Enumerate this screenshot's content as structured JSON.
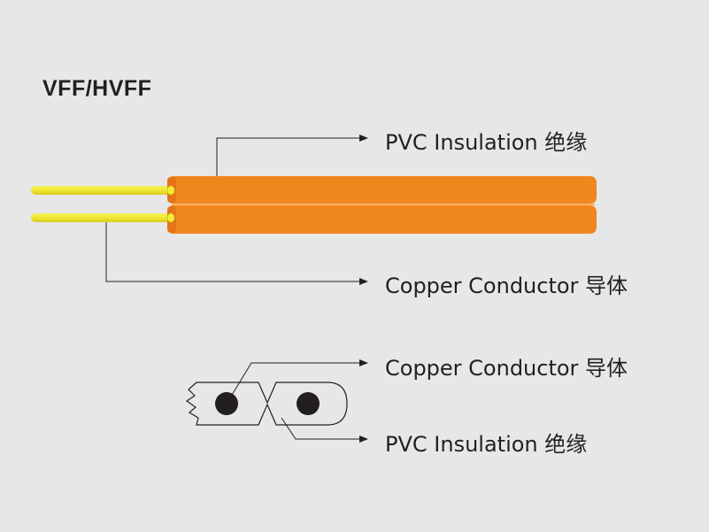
{
  "title": "VFF/HVFF",
  "labels": {
    "side_insulation": "PVC Insulation 绝缘",
    "side_conductor": "Copper Conductor 导体",
    "section_conductor": "Copper Conductor 导体",
    "section_insulation": "PVC Insulation 绝缘"
  },
  "colors": {
    "background": "#e7e7e8",
    "insulation": "#f0861e",
    "insulation_edge": "#e8751a",
    "insulation_highlight": "#f7a24a",
    "conductor": "#f4ee3a",
    "conductor_edge": "#d8c81c",
    "leader_line": "#231f20"
  }
}
